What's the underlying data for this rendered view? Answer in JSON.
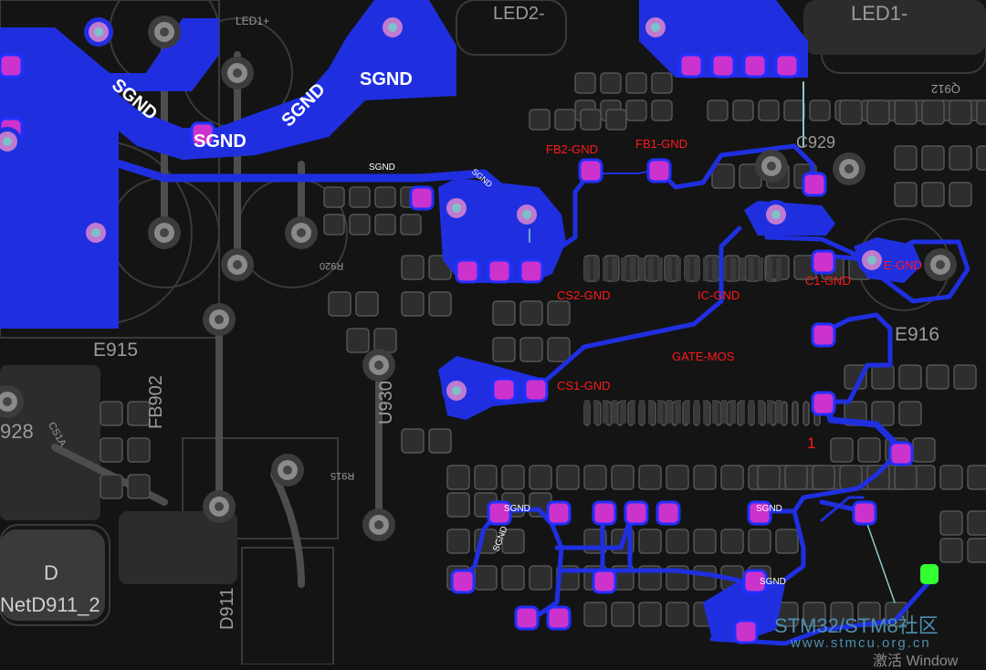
{
  "colors": {
    "board": "#141414",
    "pad_grey": "#4a4a4a",
    "copper_blue": "#1f2fe0",
    "pad_pink": "#cc33cc",
    "annotation_red": "#ff1a1a",
    "highlight_green": "#33ff33",
    "watermark": "#4c8fb0"
  },
  "annotations": {
    "fb2_gnd": "FB2-GND",
    "fb1_gnd": "FB1-GND",
    "cs2_gnd": "CS2-GND",
    "ic_gnd": "IC-GND",
    "c1_gnd": "C1-GND",
    "e_gnd": "E-GND",
    "gate_mos": "GATE-MOS",
    "cs1_gnd": "CS1-GND",
    "pin1": "1"
  },
  "net_labels": {
    "sgnd_1": "SGND",
    "sgnd_2": "SGND",
    "sgnd_3": "SGND",
    "sgnd_4": "SGND",
    "sgnd_trace": "SGND",
    "sgnd_trace2": "SGND",
    "sgnd_small_1": "SGND",
    "sgnd_small_2": "SGND",
    "sgnd_small_3": "SGND",
    "sgnd_small_4": "SGND"
  },
  "silkscreen": {
    "led1_plus": "LED1+",
    "led2_minus": "LED2-",
    "led1_minus": "LED1-",
    "e915": "E915",
    "fb902": "FB902",
    "u930": "U930",
    "e916": "E916",
    "r928": "928",
    "cs1a": "CS1A",
    "d911": "D911",
    "c929": "C929",
    "r920": "R920",
    "r915": "R915",
    "q912": "Q912",
    "d_label": "D",
    "netd911": "NetD911_2"
  },
  "watermark": {
    "line1": "STM32/STM8社区",
    "line2": "www.stmcu.org.cn",
    "os": "激活 Window"
  }
}
